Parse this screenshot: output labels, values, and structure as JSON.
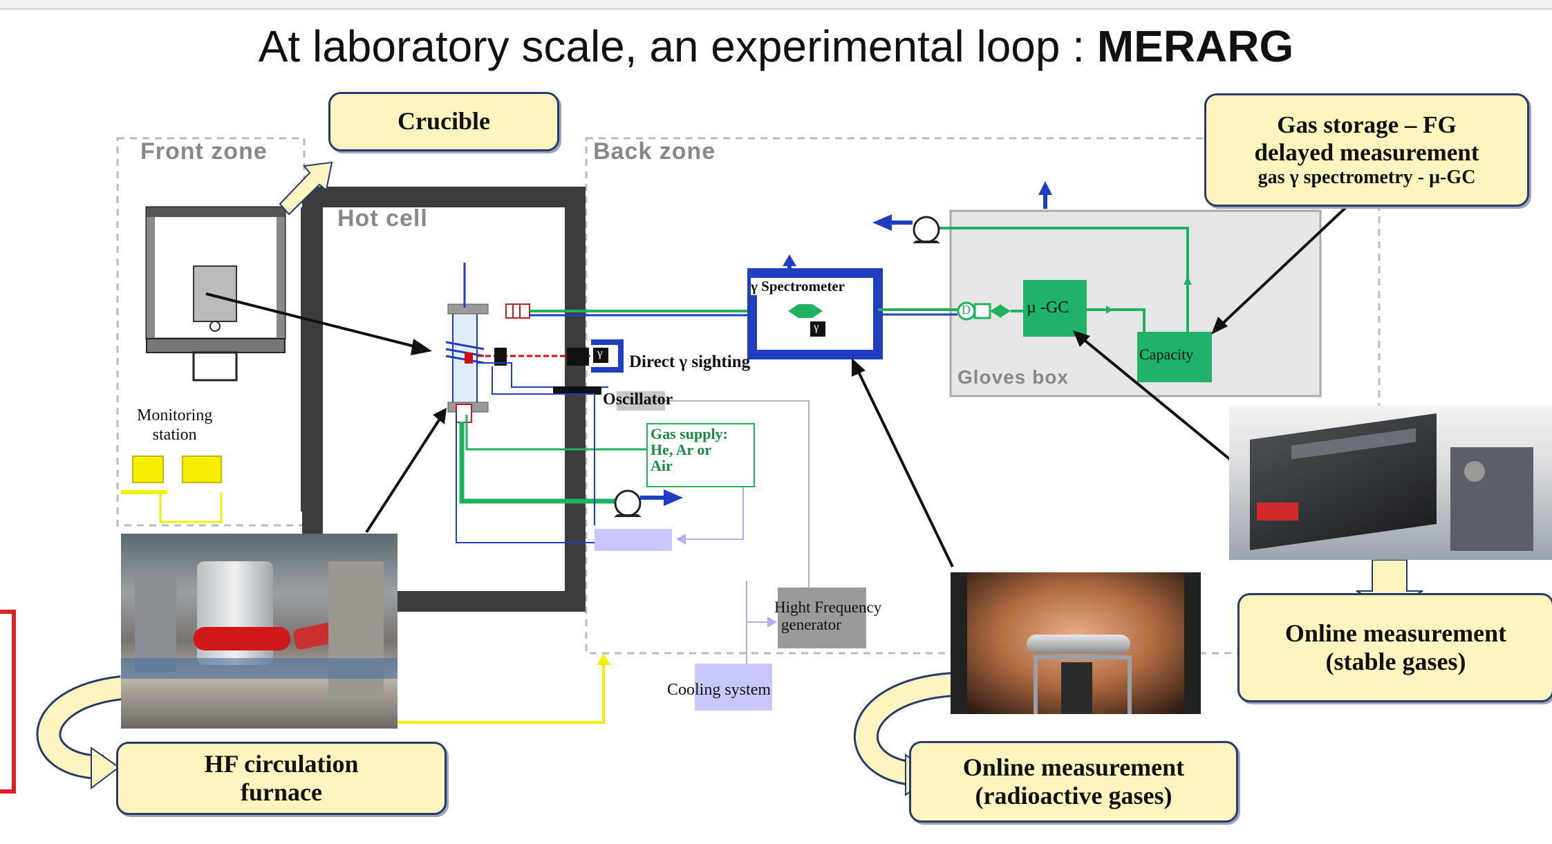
{
  "title": {
    "text": "At laboratory scale, an experimental loop : ",
    "bold": "MERARG"
  },
  "callouts": {
    "crucible": "Crucible",
    "gas_storage": [
      "Gas storage – FG",
      "delayed measurement",
      "gas γ spectrometry - µ-GC"
    ],
    "hf_furnace": [
      "HF circulation",
      "furnace"
    ],
    "online_radioactive": [
      "Online measurement",
      "(radioactive gases)"
    ],
    "online_stable": [
      "Online measurement",
      "(stable gases)"
    ]
  },
  "zones": {
    "front": "Front zone",
    "back": "Back zone",
    "hot_cell": "Hot cell",
    "gloves_box": "Gloves box"
  },
  "labels": {
    "monitoring": [
      "Monitoring",
      "station"
    ],
    "direct_sighting": "Direct γ sighting",
    "oscillator": "Oscillator",
    "gas_supply": [
      "Gas supply:",
      "He, Ar or",
      "Air"
    ],
    "spectrometer": "γ Spectrometer",
    "gamma": "γ",
    "mu_gc": "µ -GC",
    "capacity": "Capacity",
    "hf_generator": [
      "Hight Frequency",
      "generator"
    ],
    "cooling": "Cooling system",
    "d_mark": "D"
  },
  "colors": {
    "callout_fill": "#fdf4c0",
    "callout_border": "#2a3a66",
    "green_line": "#20b060",
    "blue_line": "#1f3fc0",
    "hot_cell_wall": "#3c3c3c",
    "gloves_box": "#e6e6e6",
    "mu_gc_fill": "#1fb36a",
    "yellow": "#f4ee00",
    "red_highlight": "#e02020"
  }
}
